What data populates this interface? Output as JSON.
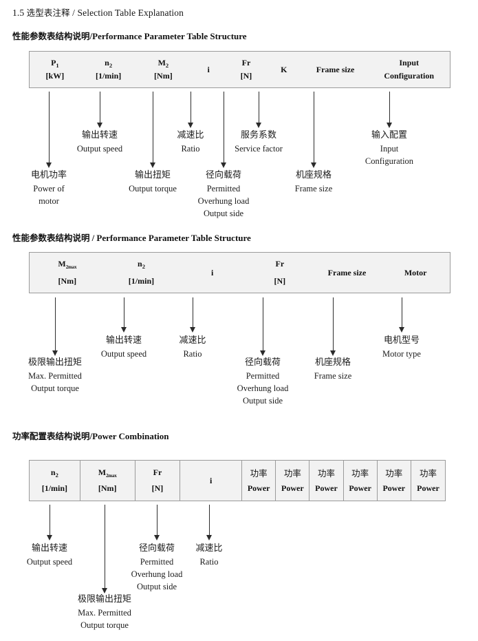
{
  "document": {
    "section_number": "1.5",
    "section_title_cn": "选型表注释",
    "section_title_sep": "/",
    "section_title_en": "Selection Table Explanation"
  },
  "blocks": [
    {
      "heading_cn": "性能参数表结构说明",
      "heading_sep": "/",
      "heading_en": "Performance Parameter Table Structure",
      "table": {
        "bordered": false,
        "columns": [
          {
            "line1": "P",
            "sub1": "1",
            "line2": "[kW]"
          },
          {
            "line1": "n",
            "sub1": "2",
            "line2": "[1/min]"
          },
          {
            "line1": "M",
            "sub1": "2",
            "line2": "[Nm]"
          },
          {
            "line1": "i",
            "sub1": "",
            "line2": ""
          },
          {
            "line1": "Fr",
            "sub1": "",
            "line2": "[N]"
          },
          {
            "line1": "K",
            "sub1": "",
            "line2": ""
          },
          {
            "line1": "Frame size",
            "sub1": "",
            "line2": ""
          },
          {
            "line1": "Input",
            "sub1": "",
            "line2": "Configuration"
          }
        ]
      },
      "annotations": [
        {
          "cn": "电机功率",
          "en": [
            "Power of",
            "motor"
          ]
        },
        {
          "cn": "输出转速",
          "en": [
            "Output speed"
          ]
        },
        {
          "cn": "输出扭矩",
          "en": [
            "Output torque"
          ]
        },
        {
          "cn": "减速比",
          "en": [
            "Ratio"
          ]
        },
        {
          "cn": "径向载荷",
          "en": [
            "Permitted",
            "Overhung load",
            "Output side"
          ]
        },
        {
          "cn": "服务系数",
          "en": [
            "Service factor"
          ]
        },
        {
          "cn": "机座规格",
          "en": [
            "Frame size"
          ]
        },
        {
          "cn": "输入配置",
          "en": [
            "Input",
            "Configuration"
          ]
        }
      ]
    },
    {
      "heading_cn": "性能参数表结构说明",
      "heading_sep": "/",
      "heading_en": "Performance Parameter Table Structure",
      "table": {
        "bordered": false,
        "columns": [
          {
            "line1": "M",
            "sub1": "2max",
            "line2": "[Nm]"
          },
          {
            "line1": "n",
            "sub1": "2",
            "line2": "[1/min]"
          },
          {
            "line1": "i",
            "sub1": "",
            "line2": ""
          },
          {
            "line1": "Fr",
            "sub1": "",
            "line2": "[N]"
          },
          {
            "line1": "Frame size",
            "sub1": "",
            "line2": ""
          },
          {
            "line1": "Motor",
            "sub1": "",
            "line2": ""
          }
        ]
      },
      "annotations": [
        {
          "cn": "极限输出扭矩",
          "en": [
            "Max. Permitted",
            "Output  torque"
          ]
        },
        {
          "cn": "输出转速",
          "en": [
            "Output speed"
          ]
        },
        {
          "cn": "减速比",
          "en": [
            "Ratio"
          ]
        },
        {
          "cn": "径向载荷",
          "en": [
            "Permitted",
            "Overhung load",
            "Output side"
          ]
        },
        {
          "cn": "机座规格",
          "en": [
            "Frame size"
          ]
        },
        {
          "cn": "电机型号",
          "en": [
            "Motor type"
          ]
        }
      ]
    },
    {
      "heading_cn": "功率配置表结构说明",
      "heading_sep": "/",
      "heading_en": "Power Combination",
      "table": {
        "bordered": true,
        "columns": [
          {
            "line1": "n",
            "sub1": "2",
            "line2": "[1/min]"
          },
          {
            "line1": "M",
            "sub1": "2max",
            "line2": "[Nm]"
          },
          {
            "line1": "Fr",
            "sub1": "",
            "line2": "[N]"
          },
          {
            "line1": "i",
            "sub1": "",
            "line2": ""
          },
          {
            "cn_line1": "功率",
            "line2": "Power"
          },
          {
            "cn_line1": "功率",
            "line2": "Power"
          },
          {
            "cn_line1": "功率",
            "line2": "Power"
          },
          {
            "cn_line1": "功率",
            "line2": "Power"
          },
          {
            "cn_line1": "功率",
            "line2": "Power"
          },
          {
            "cn_line1": "功率",
            "line2": "Power"
          }
        ]
      },
      "annotations": [
        {
          "cn": "输出转速",
          "en": [
            "Output speed"
          ]
        },
        {
          "cn": "极限输出扭矩",
          "en": [
            "Max. Permitted",
            "Output  torque"
          ]
        },
        {
          "cn": "径向载荷",
          "en": [
            "Permitted",
            "Overhung load",
            "Output side"
          ]
        },
        {
          "cn": "减速比",
          "en": [
            "Ratio"
          ]
        }
      ]
    }
  ]
}
